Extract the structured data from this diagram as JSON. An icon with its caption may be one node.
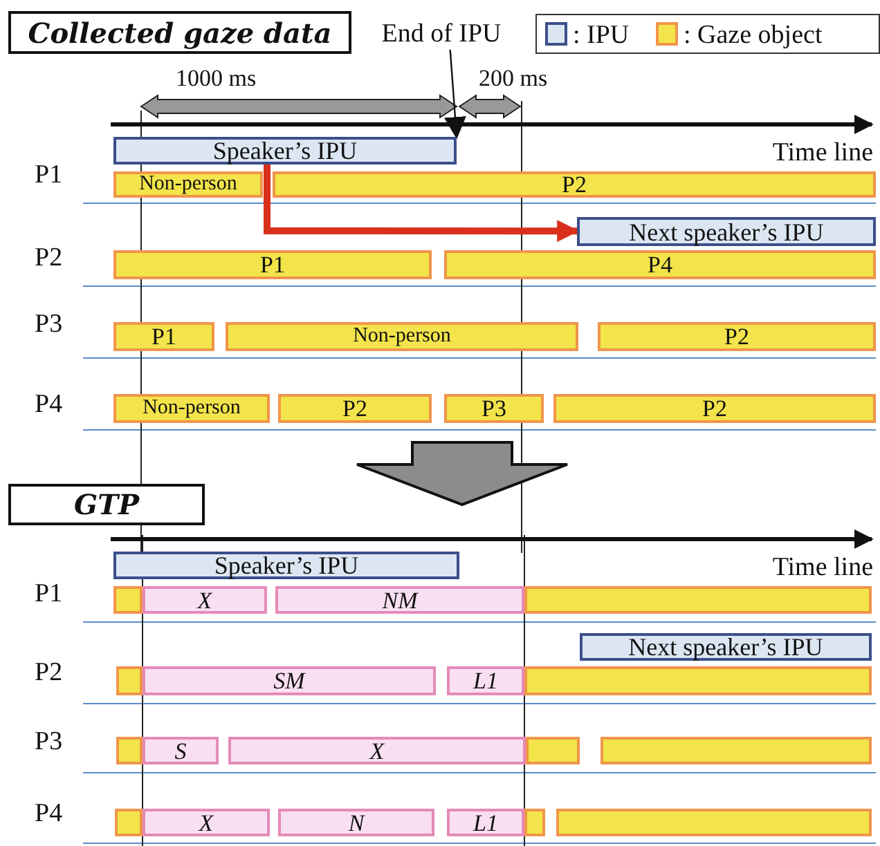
{
  "diagram": {
    "nodes": [
      {
        "text": [
          "Collected gaze data"
        ]
      },
      {
        "text": [
          "End of IPU"
        ]
      },
      {
        "text": [
          "Speaker’s IPU"
        ]
      },
      {
        "text": [
          "Non-person"
        ]
      },
      {
        "text": [
          "P2"
        ]
      },
      {
        "text": [
          "Next speaker’s IPU"
        ]
      },
      {
        "text": [
          "P1"
        ]
      },
      {
        "text": [
          "P4"
        ]
      },
      {
        "text": [
          "P1"
        ]
      },
      {
        "text": [
          "Non-person"
        ]
      },
      {
        "text": [
          "P2"
        ]
      },
      {
        "text": [
          "Non-person"
        ]
      },
      {
        "text": [
          "P2"
        ]
      },
      {
        "text": [
          "P3"
        ]
      },
      {
        "text": [
          "P2"
        ]
      },
      {
        "text": [
          "GTP"
        ]
      },
      {
        "text": [
          "Speaker’s IPU"
        ]
      },
      {
        "text": [],
        "shape": "bar"
      },
      {
        "text": [
          "X"
        ]
      },
      {
        "text": [
          "NM"
        ]
      },
      {
        "text": [],
        "shape": "bar"
      },
      {
        "text": [
          "Next speaker’s IPU"
        ]
      },
      {
        "text": [],
        "shape": "bar"
      },
      {
        "text": [
          "SM"
        ]
      },
      {
        "text": [
          "L1"
        ]
      },
      {
        "text": [],
        "shape": "bar"
      },
      {
        "text": [],
        "shape": "bar"
      },
      {
        "text": [
          "S"
        ]
      },
      {
        "text": [
          "X"
        ]
      },
      {
        "text": [],
        "shape": "bar"
      },
      {
        "text": [],
        "shape": "bar"
      },
      {
        "text": [],
        "shape": "bar"
      },
      {
        "text": [
          "X"
        ]
      },
      {
        "text": [
          "N"
        ]
      },
      {
        "text": [
          "L1"
        ]
      },
      {
        "text": [],
        "shape": "bar"
      },
      {
        "text": [],
        "shape": "bar"
      }
    ],
    "edges": [
      {
        "from": 2,
        "to": 5,
        "arrow": "to",
        "style": "thick",
        "color": "#d9301c"
      },
      {
        "from": 1,
        "to": 2,
        "arrow": "to",
        "color": "#111111"
      }
    ],
    "labels": [
      "1000 ms",
      "200 ms",
      "Time line",
      "P1",
      "P2",
      "P3",
      "P4",
      "Time line",
      "P1",
      "P2",
      "P3",
      "P4"
    ],
    "legend": [
      {
        "text": ": IPU",
        "color": "#dce6f2"
      },
      {
        "text": ": Gaze object",
        "color": "#f2e44a"
      }
    ]
  }
}
